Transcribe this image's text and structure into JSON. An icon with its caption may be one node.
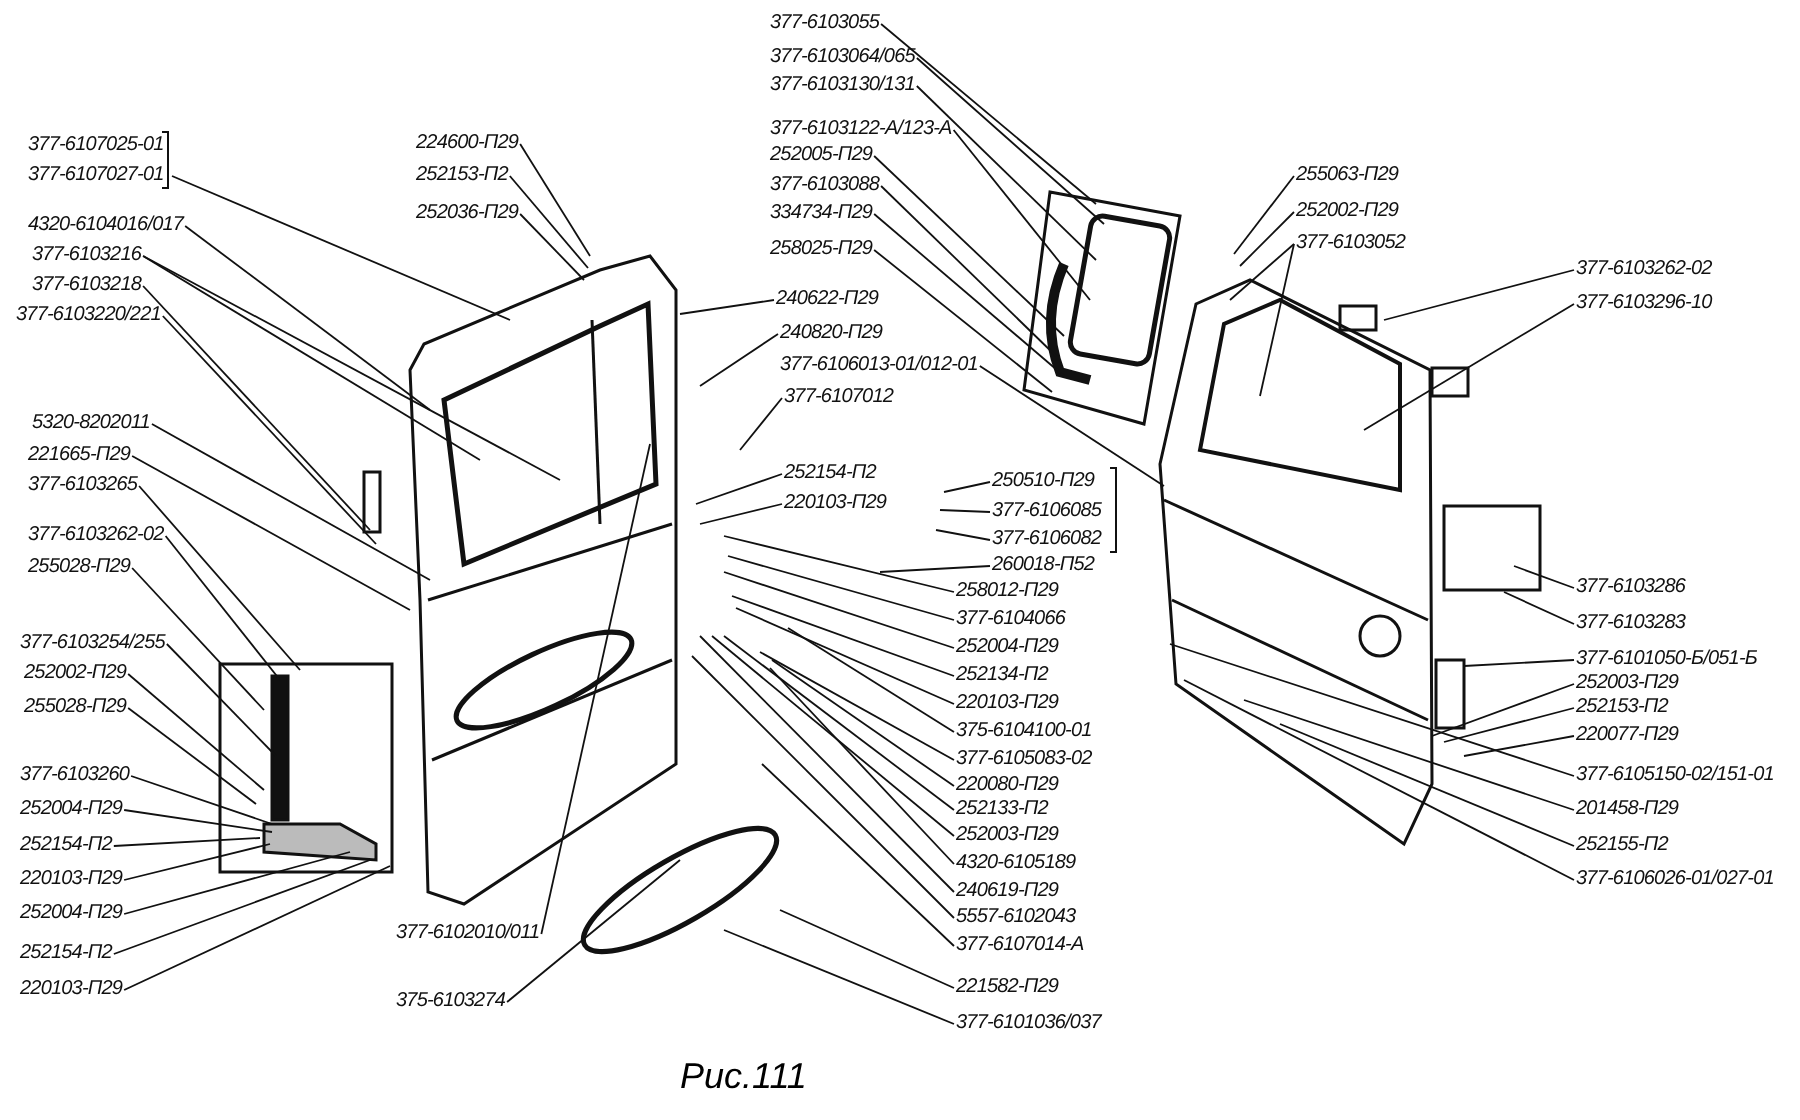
{
  "diagram": {
    "caption": "Рис.111",
    "nodes": [
      {
        "text": [
          "377-6107025-01"
        ]
      },
      {
        "text": [
          "377-6107027-01"
        ]
      },
      {
        "text": [
          "4320-6104016/017"
        ]
      },
      {
        "text": [
          "377-6103216"
        ]
      },
      {
        "text": [
          "377-6103218"
        ]
      },
      {
        "text": [
          "377-6103220/221"
        ]
      },
      {
        "text": [
          "5320-8202011"
        ]
      },
      {
        "text": [
          "221665-П29"
        ]
      },
      {
        "text": [
          "377-6103265"
        ]
      },
      {
        "text": [
          "377-6103262-02"
        ]
      },
      {
        "text": [
          "255028-П29"
        ]
      },
      {
        "text": [
          "377-6103254/255"
        ]
      },
      {
        "text": [
          "252002-П29"
        ]
      },
      {
        "text": [
          "255028-П29"
        ]
      },
      {
        "text": [
          "377-6103260"
        ]
      },
      {
        "text": [
          "252004-П29"
        ]
      },
      {
        "text": [
          "252154-П2"
        ]
      },
      {
        "text": [
          "220103-П29"
        ]
      },
      {
        "text": [
          "252004-П29"
        ]
      },
      {
        "text": [
          "252154-П2"
        ]
      },
      {
        "text": [
          "220103-П29"
        ]
      },
      {
        "text": [
          "377-6102010/011"
        ]
      },
      {
        "text": [
          "375-6103274"
        ]
      },
      {
        "text": [
          "224600-П29"
        ]
      },
      {
        "text": [
          "252153-П2"
        ]
      },
      {
        "text": [
          "252036-П29"
        ]
      },
      {
        "text": [
          "240622-П29"
        ]
      },
      {
        "text": [
          "240820-П29"
        ]
      },
      {
        "text": [
          "377-6106013-01/012-01"
        ]
      },
      {
        "text": [
          "377-6107012"
        ]
      },
      {
        "text": [
          "252154-П2"
        ]
      },
      {
        "text": [
          "220103-П29"
        ]
      },
      {
        "text": [
          "250510-П29"
        ]
      },
      {
        "text": [
          "377-6106085"
        ]
      },
      {
        "text": [
          "377-6106082"
        ]
      },
      {
        "text": [
          "260018-П52"
        ]
      },
      {
        "text": [
          "258012-П29"
        ]
      },
      {
        "text": [
          "377-6104066"
        ]
      },
      {
        "text": [
          "252004-П29"
        ]
      },
      {
        "text": [
          "252134-П2"
        ]
      },
      {
        "text": [
          "220103-П29"
        ]
      },
      {
        "text": [
          "375-6104100-01"
        ]
      },
      {
        "text": [
          "377-6105083-02"
        ]
      },
      {
        "text": [
          "220080-П29"
        ]
      },
      {
        "text": [
          "252133-П2"
        ]
      },
      {
        "text": [
          "252003-П29"
        ]
      },
      {
        "text": [
          "4320-6105189"
        ]
      },
      {
        "text": [
          "240619-П29"
        ]
      },
      {
        "text": [
          "5557-6102043"
        ]
      },
      {
        "text": [
          "377-6107014-A"
        ]
      },
      {
        "text": [
          "221582-П29"
        ]
      },
      {
        "text": [
          "377-6101036/037"
        ]
      },
      {
        "text": [
          "377-6103055"
        ]
      },
      {
        "text": [
          "377-6103064/065"
        ]
      },
      {
        "text": [
          "377-6103130/131"
        ]
      },
      {
        "text": [
          "377-6103122-A/123-A"
        ]
      },
      {
        "text": [
          "252005-П29"
        ]
      },
      {
        "text": [
          "377-6103088"
        ]
      },
      {
        "text": [
          "334734-П29"
        ]
      },
      {
        "text": [
          "258025-П29"
        ]
      },
      {
        "text": [
          "255063-П29"
        ]
      },
      {
        "text": [
          "252002-П29"
        ]
      },
      {
        "text": [
          "377-6103052"
        ]
      },
      {
        "text": [
          "377-6103262-02"
        ]
      },
      {
        "text": [
          "377-6103296-10"
        ]
      },
      {
        "text": [
          "377-6103286"
        ]
      },
      {
        "text": [
          "377-6103283"
        ]
      },
      {
        "text": [
          "377-6101050-Б/051-Б"
        ]
      },
      {
        "text": [
          "252003-П29"
        ]
      },
      {
        "text": [
          "252153-П2"
        ]
      },
      {
        "text": [
          "220077-П29"
        ]
      },
      {
        "text": [
          "377-6105150-02/151-01"
        ]
      },
      {
        "text": [
          "201458-П29"
        ]
      },
      {
        "text": [
          "252155-П2"
        ]
      },
      {
        "text": [
          "377-6106026-01/027-01"
        ]
      }
    ],
    "edges": [
      {
        "from": 0,
        "to": null,
        "arrow": "none"
      },
      {
        "from": 1,
        "to": null,
        "arrow": "none"
      },
      {
        "from": 2,
        "to": null,
        "arrow": "none"
      },
      {
        "from": 3,
        "to": null,
        "arrow": "none"
      },
      {
        "from": 3,
        "to": null,
        "arrow": "none"
      },
      {
        "from": 4,
        "to": null,
        "arrow": "none"
      },
      {
        "from": 5,
        "to": null,
        "arrow": "none"
      },
      {
        "from": 6,
        "to": null,
        "arrow": "none"
      },
      {
        "from": 7,
        "to": null,
        "arrow": "none"
      },
      {
        "from": 8,
        "to": null,
        "arrow": "none"
      },
      {
        "from": 9,
        "to": null,
        "arrow": "none"
      },
      {
        "from": 10,
        "to": null,
        "arrow": "none"
      },
      {
        "from": 11,
        "to": null,
        "arrow": "none"
      },
      {
        "from": 12,
        "to": null,
        "arrow": "none"
      },
      {
        "from": 13,
        "to": null,
        "arrow": "none"
      },
      {
        "from": 14,
        "to": null,
        "arrow": "none"
      },
      {
        "from": 15,
        "to": null,
        "arrow": "none"
      },
      {
        "from": 16,
        "to": null,
        "arrow": "none"
      },
      {
        "from": 17,
        "to": null,
        "arrow": "none"
      },
      {
        "from": 18,
        "to": null,
        "arrow": "none"
      },
      {
        "from": 19,
        "to": null,
        "arrow": "none"
      },
      {
        "from": 20,
        "to": null,
        "arrow": "none"
      },
      {
        "from": 21,
        "to": null,
        "arrow": "none"
      },
      {
        "from": 22,
        "to": null,
        "arrow": "none"
      },
      {
        "from": 23,
        "to": null,
        "arrow": "none"
      },
      {
        "from": 24,
        "to": null,
        "arrow": "none"
      },
      {
        "from": 25,
        "to": null,
        "arrow": "none"
      },
      {
        "from": 26,
        "to": null,
        "arrow": "none"
      },
      {
        "from": 27,
        "to": null,
        "arrow": "none"
      },
      {
        "from": 28,
        "to": null,
        "arrow": "none"
      },
      {
        "from": 29,
        "to": null,
        "arrow": "none"
      },
      {
        "from": 30,
        "to": null,
        "arrow": "none"
      },
      {
        "from": 31,
        "to": null,
        "arrow": "none"
      },
      {
        "from": 32,
        "to": null,
        "arrow": "none"
      },
      {
        "from": 33,
        "to": null,
        "arrow": "none"
      },
      {
        "from": 34,
        "to": null,
        "arrow": "none"
      },
      {
        "from": 35,
        "to": null,
        "arrow": "none"
      },
      {
        "from": 36,
        "to": null,
        "arrow": "none"
      },
      {
        "from": 37,
        "to": null,
        "arrow": "none"
      },
      {
        "from": 38,
        "to": null,
        "arrow": "none"
      },
      {
        "from": 39,
        "to": null,
        "arrow": "none"
      },
      {
        "from": 40,
        "to": null,
        "arrow": "none"
      },
      {
        "from": 41,
        "to": null,
        "arrow": "none"
      },
      {
        "from": 42,
        "to": null,
        "arrow": "none"
      },
      {
        "from": 43,
        "to": null,
        "arrow": "none"
      },
      {
        "from": 44,
        "to": null,
        "arrow": "none"
      },
      {
        "from": 45,
        "to": null,
        "arrow": "none"
      },
      {
        "from": 46,
        "to": null,
        "arrow": "none"
      },
      {
        "from": 47,
        "to": null,
        "arrow": "none"
      },
      {
        "from": 48,
        "to": null,
        "arrow": "none"
      },
      {
        "from": 49,
        "to": null,
        "arrow": "none"
      },
      {
        "from": 50,
        "to": null,
        "arrow": "none"
      },
      {
        "from": 51,
        "to": null,
        "arrow": "none"
      },
      {
        "from": 52,
        "to": null,
        "arrow": "none"
      },
      {
        "from": 53,
        "to": null,
        "arrow": "none"
      },
      {
        "from": 54,
        "to": null,
        "arrow": "none"
      },
      {
        "from": 55,
        "to": null,
        "arrow": "none"
      },
      {
        "from": 56,
        "to": null,
        "arrow": "none"
      },
      {
        "from": 57,
        "to": null,
        "arrow": "none"
      },
      {
        "from": 58,
        "to": null,
        "arrow": "none"
      },
      {
        "from": 59,
        "to": null,
        "arrow": "none"
      },
      {
        "from": 60,
        "to": null,
        "arrow": "none"
      },
      {
        "from": 61,
        "to": null,
        "arrow": "none"
      },
      {
        "from": 62,
        "to": null,
        "arrow": "none"
      },
      {
        "from": 62,
        "to": null,
        "arrow": "none"
      },
      {
        "from": 63,
        "to": null,
        "arrow": "none"
      },
      {
        "from": 64,
        "to": null,
        "arrow": "none"
      },
      {
        "from": 65,
        "to": null,
        "arrow": "none"
      },
      {
        "from": 66,
        "to": null,
        "arrow": "none"
      },
      {
        "from": 67,
        "to": null,
        "arrow": "none"
      },
      {
        "from": 68,
        "to": null,
        "arrow": "none"
      },
      {
        "from": 69,
        "to": null,
        "arrow": "none"
      },
      {
        "from": 70,
        "to": null,
        "arrow": "none"
      },
      {
        "from": 71,
        "to": null,
        "arrow": "none"
      },
      {
        "from": 72,
        "to": null,
        "arrow": "none"
      },
      {
        "from": 73,
        "to": null,
        "arrow": "none"
      },
      {
        "from": 74,
        "to": null,
        "arrow": "none"
      }
    ]
  }
}
